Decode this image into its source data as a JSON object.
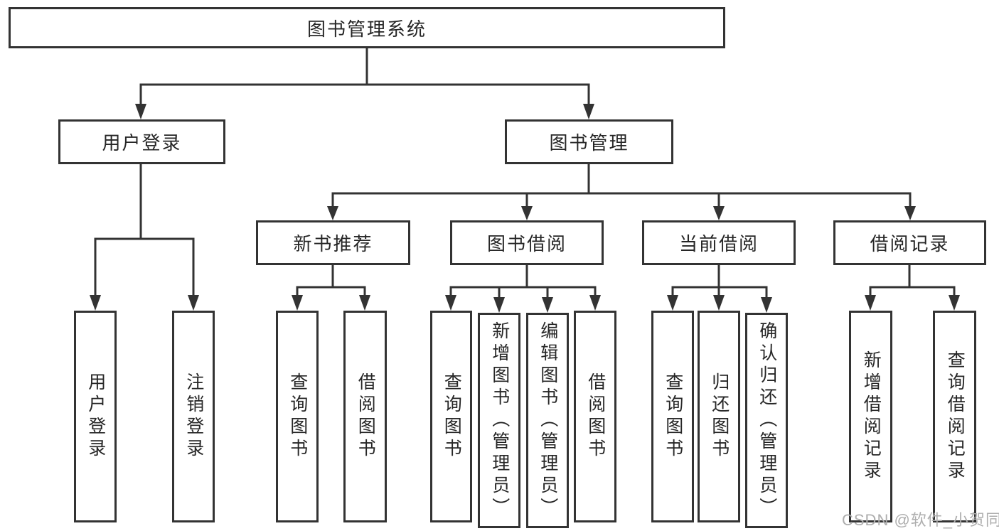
{
  "diagram": {
    "root": {
      "label": "图书管理系统"
    },
    "level1": [
      {
        "label": "用户登录"
      },
      {
        "label": "图书管理"
      }
    ],
    "level2": [
      {
        "label": "新书推荐"
      },
      {
        "label": "图书借阅"
      },
      {
        "label": "当前借阅"
      },
      {
        "label": "借阅记录"
      }
    ],
    "leaves": {
      "user_login": [
        {
          "label": "用户登录"
        },
        {
          "label": "注销登录"
        }
      ],
      "new_book": [
        {
          "label": "查询图书"
        },
        {
          "label": "借阅图书"
        }
      ],
      "borrow": [
        {
          "label": "查询图书"
        },
        {
          "label": "新增图书（管理员）"
        },
        {
          "label": "编辑图书（管理员）"
        },
        {
          "label": "借阅图书"
        }
      ],
      "current": [
        {
          "label": "查询图书"
        },
        {
          "label": "归还图书"
        },
        {
          "label": "确认归还（管理员）"
        }
      ],
      "records": [
        {
          "label": "新增借阅记录"
        },
        {
          "label": "查询借阅记录"
        }
      ]
    }
  },
  "watermark": {
    "text": "CSDN @软件_小贺同学",
    "color": "#aeaeae"
  },
  "colors": {
    "line": "#333333",
    "text": "#262626",
    "background": "#ffffff"
  }
}
